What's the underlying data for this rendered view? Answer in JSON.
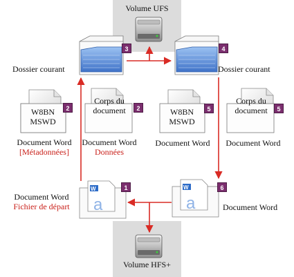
{
  "volumes": {
    "ufs": "Volume UFS",
    "hfs": "Volume HFS+"
  },
  "folders": {
    "f3": {
      "label": "Dossier courant",
      "badge": "3"
    },
    "f4": {
      "label": "Dossier courant",
      "badge": "4"
    }
  },
  "documents": {
    "d2_meta": {
      "label_line1": "W8BN",
      "label_line2": "MSWD",
      "caption": "Document Word",
      "caption2": "[Métadonnées]",
      "badge": "2"
    },
    "d2_data": {
      "label_line1": "Corps du",
      "label_line2": "document",
      "caption": "Document Word",
      "caption2": "Données",
      "badge": "2"
    },
    "d5_meta": {
      "label_line1": "W8BN",
      "label_line2": "MSWD",
      "caption": "Document Word",
      "badge": "5"
    },
    "d5_data": {
      "label_line1": "Corps du",
      "label_line2": "document",
      "caption": "Document Word",
      "badge": "5"
    },
    "d1": {
      "caption": "Document Word",
      "caption2": "Fichier de départ",
      "badge": "1"
    },
    "d6": {
      "caption": "Document Word",
      "badge": "6"
    }
  },
  "colors": {
    "arrow": "#d92b25",
    "badge": "#7b2e6e",
    "volume_band": "#dcdcdc",
    "folder_blue": "#5e8fd8",
    "red_text": "#c9201a"
  },
  "icons": [
    "hard-drive-icon",
    "folder-icon",
    "document-page-icon",
    "word-document-icon"
  ]
}
